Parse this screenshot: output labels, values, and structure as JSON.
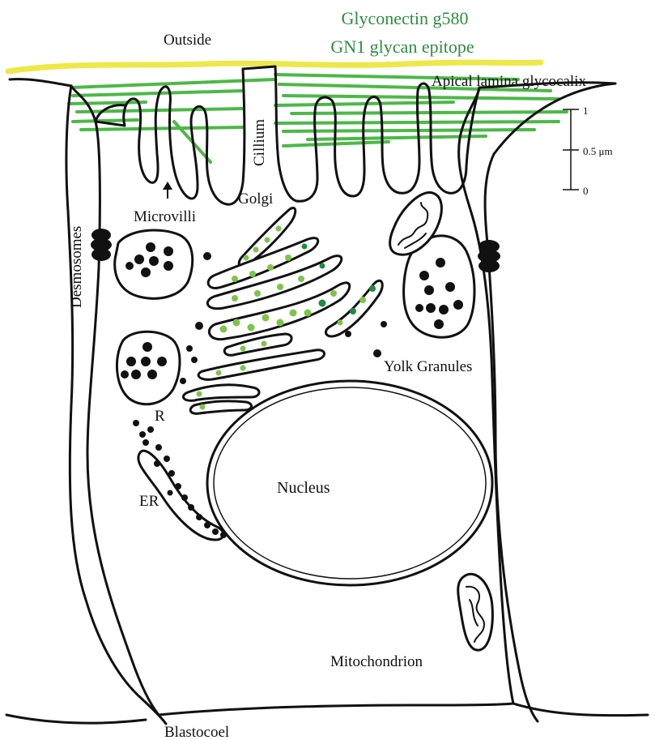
{
  "title_lines": [
    "Glyconectin g580",
    "GN1 glycan epitope"
  ],
  "labels": {
    "outside": "Outside",
    "apical": "Apical lamina glycocalix",
    "cillium": "Cillium",
    "microvilli": "Microvilli",
    "golgi": "Golgi",
    "desmosomes": "Desmosomes",
    "yolk": "Yolk Granules",
    "r": "R",
    "er": "ER",
    "nucleus": "Nucleus",
    "mitochondrion": "Mitochondrion",
    "blastocoel": "Blastocoel"
  },
  "scale": {
    "top": "1",
    "mid": "0.5 μm",
    "bottom": "0"
  },
  "colors": {
    "glycocalyx_green": "#4cb848",
    "glycan_label_green": "#2e8b3e",
    "outer_yellow": "#ede84a",
    "ink": "#111111",
    "golgi_dot_light": "#7cc44a",
    "golgi_dot_dark": "#1e8c3e"
  }
}
